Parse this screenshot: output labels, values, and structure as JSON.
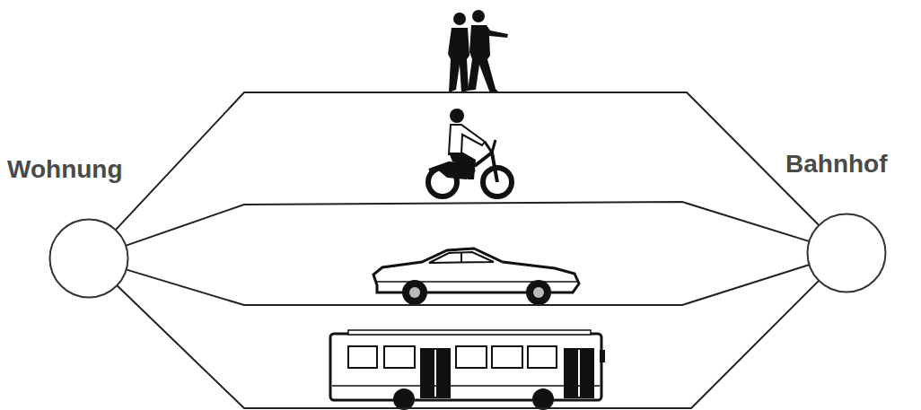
{
  "diagram": {
    "nodes": [
      {
        "text": [
          "Wohnung"
        ]
      },
      {
        "text": [
          "Bahnhof"
        ]
      }
    ],
    "edges": [
      {
        "from": 0,
        "to": 1,
        "arrow": "none"
      },
      {
        "from": 0,
        "to": 1,
        "arrow": "none"
      },
      {
        "from": 0,
        "to": 1,
        "arrow": "none"
      },
      {
        "from": 0,
        "to": 1,
        "arrow": "none"
      }
    ]
  }
}
